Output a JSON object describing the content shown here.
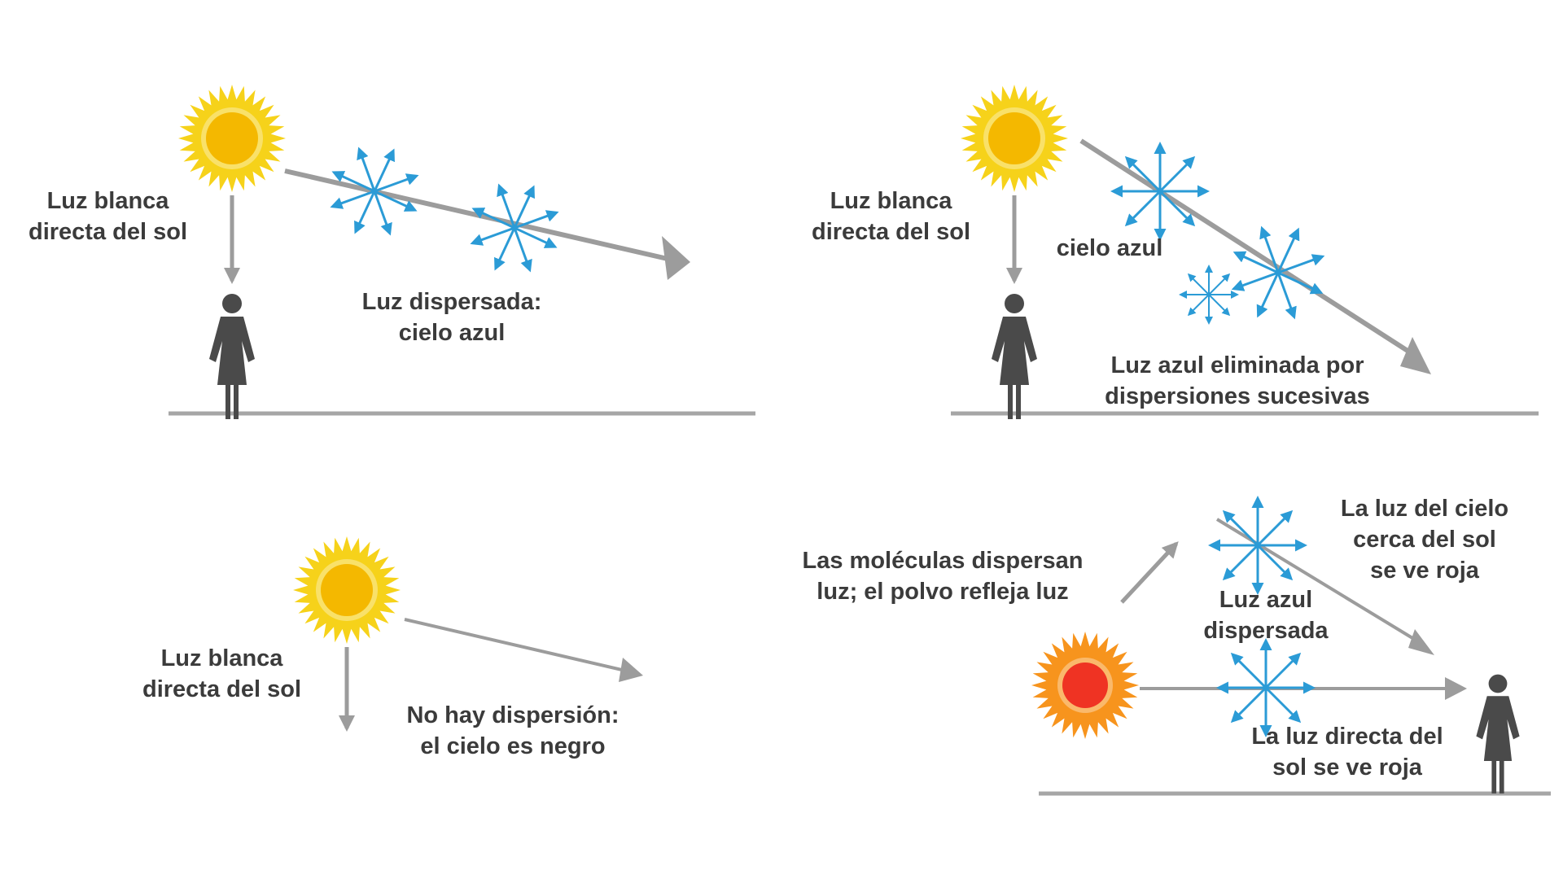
{
  "panels": {
    "p1": {
      "direct_light": [
        "Luz blanca",
        "directa del sol"
      ],
      "scattered": [
        "Luz dispersada:",
        "cielo azul"
      ]
    },
    "p2": {
      "direct_light": [
        "Luz blanca",
        "directa del sol"
      ],
      "blue_sky": "cielo azul",
      "removed": [
        "Luz azul eliminada por",
        "dispersiones sucesivas"
      ]
    },
    "p3": {
      "direct_light": [
        "Luz blanca",
        "directa del sol"
      ],
      "no_scatter": [
        "No hay dispersión:",
        "el cielo es negro"
      ]
    },
    "p4": {
      "molecules": [
        "Las moléculas dispersan",
        "luz; el polvo refleja luz"
      ],
      "sky_red": [
        "La luz del cielo",
        "cerca del sol",
        "se ve roja"
      ],
      "blue_scattered": [
        "Luz azul",
        "dispersada"
      ],
      "direct_red": [
        "La luz directa del",
        "sol se ve roja"
      ]
    }
  },
  "colors": {
    "sun_yellow": "#f6d21a",
    "sun_core": "#f4b800",
    "sun_red_core": "#ef3323",
    "sun_red_rays": "#f7941d",
    "scatter_blue": "#2b9bd6",
    "arrow_gray": "#9c9c9c",
    "person": "#4a4a4a",
    "ground": "#a6a6a6",
    "text": "#3b3b3b"
  },
  "icons": [
    "sun-icon",
    "red-sun-icon",
    "person-icon",
    "scatter-icon",
    "arrow"
  ]
}
